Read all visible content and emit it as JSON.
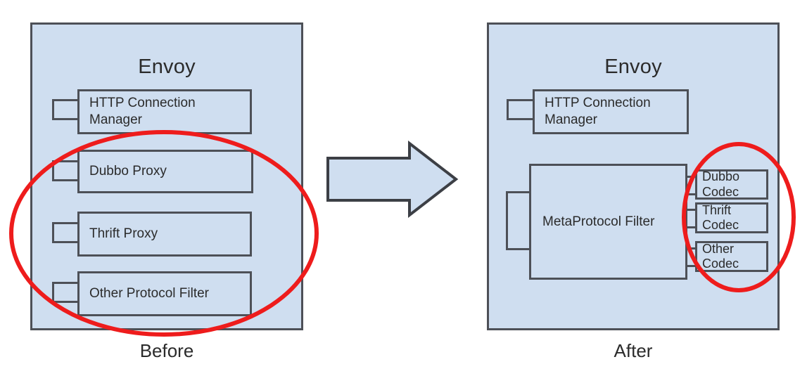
{
  "diagram": {
    "title_before": "Before",
    "title_after": "After",
    "accent_highlight_color": "#ee1c1c",
    "box_fill_color": "#cfdef0",
    "box_border_color": "#4d5057"
  },
  "before": {
    "panel_title": "Envoy",
    "caption": "Before",
    "filters": [
      {
        "label": "HTTP Connection Manager",
        "wrap": true
      },
      {
        "label": "Dubbo Proxy",
        "wrap": false
      },
      {
        "label": "Thrift Proxy",
        "wrap": false
      },
      {
        "label": "Other Protocol Filter",
        "wrap": false
      }
    ]
  },
  "after": {
    "panel_title": "Envoy",
    "caption": "After",
    "filters": [
      {
        "label": "HTTP Connection Manager",
        "wrap": true
      }
    ],
    "meta_filter": {
      "label": "MetaProtocol Filter"
    },
    "codecs": [
      {
        "label": "Dubbo Codec"
      },
      {
        "label": "Thrift Codec"
      },
      {
        "label": "Other Codec"
      }
    ]
  },
  "arrow": {
    "name": "right-arrow",
    "direction": "right"
  }
}
